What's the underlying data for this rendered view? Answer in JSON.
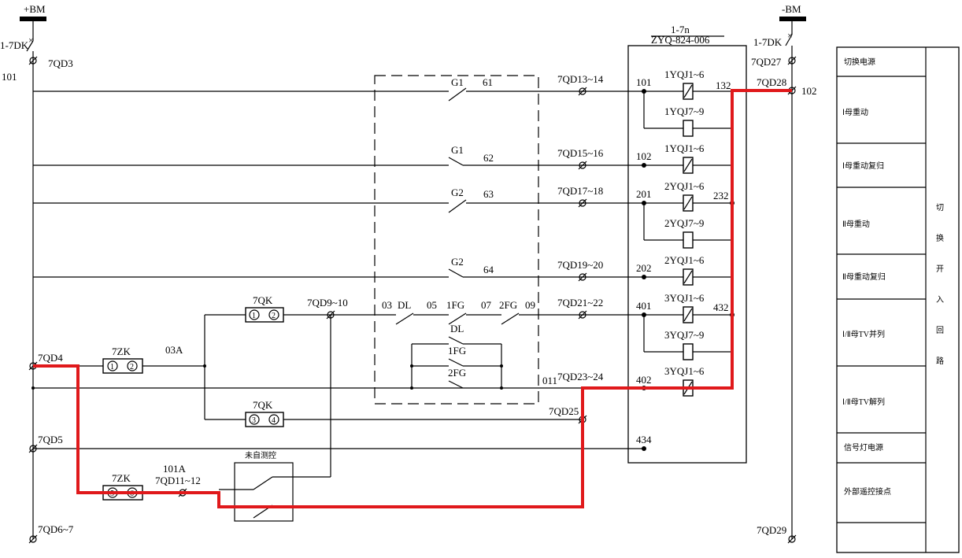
{
  "bus": {
    "positive": "+BM",
    "negative": "-BM"
  },
  "left": {
    "breaker": "1-7DK",
    "breaker_terminal": "7QD3",
    "node": "101",
    "t4": "7QD4",
    "t5": "7QD5",
    "t6": "7QD6~7"
  },
  "right": {
    "breaker": "1-7DK",
    "t27": "7QD27",
    "t28": "7QD28",
    "node": "102",
    "t29": "7QD29"
  },
  "switches": {
    "g1a": "G1",
    "g1a_no": "61",
    "g1b": "G1",
    "g1b_no": "62",
    "g2a": "G2",
    "g2a_no": "63",
    "g2b": "G2",
    "g2b_no": "64",
    "dl": "DL",
    "fg1": "1FG",
    "fg2": "2FG",
    "chain": [
      "03",
      "DL",
      "05",
      "1FG",
      "07",
      "2FG",
      "09"
    ],
    "n011": "011",
    "n03a": "03A",
    "n101a": "101A"
  },
  "terminals": {
    "qd13": "7QD13~14",
    "qd15": "7QD15~16",
    "qd17": "7QD17~18",
    "qd19": "7QD19~20",
    "qd21": "7QD21~22",
    "qd23": "7QD23~24",
    "qd25": "7QD25",
    "qd9": "7QD9~10",
    "qd11": "7QD11~12"
  },
  "components": {
    "qk": "7QK",
    "qk_pins_a": [
      "1",
      "2"
    ],
    "qk_pins_b": [
      "3",
      "4"
    ],
    "zk": "7ZK",
    "zk_pins_a": [
      "1",
      "2"
    ],
    "zk_pins_b": [
      "5",
      "6"
    ],
    "remote_label": "未自测控"
  },
  "device": {
    "title": "1-7n",
    "model": "ZYQ-824-006",
    "inputs": [
      "101",
      "102",
      "201",
      "202",
      "401",
      "402",
      "434"
    ],
    "relays": [
      "1YQJ1~6",
      "1YQJ7~9",
      "1YQJ1~6",
      "2YQJ1~6",
      "2YQJ7~9",
      "2YQJ1~6",
      "3YQJ1~6",
      "3YQJ7~9",
      "3YQJ1~6"
    ],
    "outputs": [
      "132",
      "232",
      "432"
    ]
  },
  "legend": {
    "rows": [
      "切换电源",
      "Ⅰ母重动",
      "Ⅰ母重动复归",
      "Ⅱ母重动",
      "Ⅱ母重动复归",
      "Ⅰ/Ⅱ母TV并列",
      "Ⅰ/Ⅱ母TV解列",
      "信号灯电源",
      "外部遥控接点"
    ],
    "side": [
      "切",
      "换",
      "开",
      "入",
      "回",
      "路"
    ]
  },
  "colors": {
    "highlight": "#e0191b",
    "line": "#000000"
  }
}
